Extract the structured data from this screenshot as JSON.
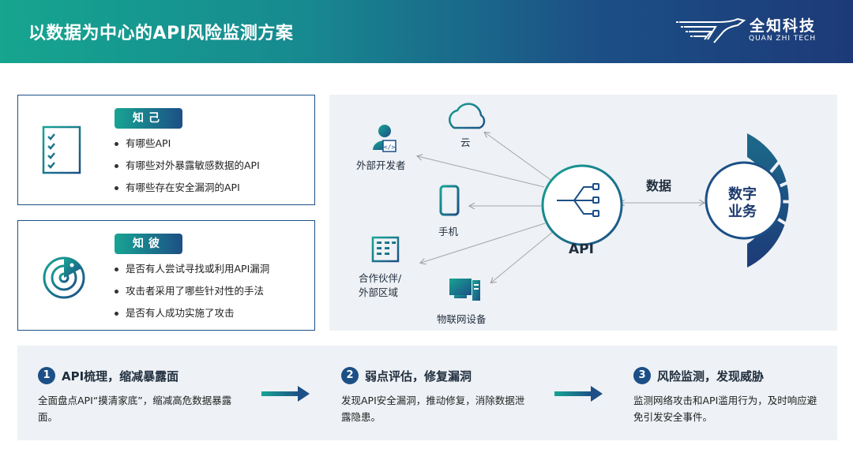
{
  "header": {
    "title": "以数据为中心的API风险监测方案",
    "logo_cn": "全知科技",
    "logo_en": "QUAN ZHI TECH"
  },
  "cards": [
    {
      "badge": "知己",
      "icon": "checklist-icon",
      "items": [
        "有哪些API",
        "有哪些对外暴露敏感数据的API",
        "有哪些存在安全漏洞的API"
      ]
    },
    {
      "badge": "知彼",
      "icon": "radar-icon",
      "items": [
        "是否有人尝试寻找或利用API漏洞",
        "攻击者采用了哪些针对性的手法",
        "是否有人成功实施了攻击"
      ]
    }
  ],
  "diagram": {
    "nodes": {
      "cloud": "云",
      "developer": "外部开发者",
      "phone": "手机",
      "partner_line1": "合作伙伴/",
      "partner_line2": "外部区域",
      "iot": "物联网设备"
    },
    "api_label": "API",
    "data_label": "数据",
    "business_line1": "数字",
    "business_line2": "业务"
  },
  "steps": [
    {
      "num": "1",
      "title": "API梳理，缩减暴露面",
      "desc": "全面盘点API“摸清家底”，缩减高危数据暴露面。"
    },
    {
      "num": "2",
      "title": "弱点评估，修复漏洞",
      "desc": "发现API安全漏洞，推动修复，消除数据泄露隐患。"
    },
    {
      "num": "3",
      "title": "风险监测，发现威胁",
      "desc": "监测网络攻击和API滥用行为，及时响应避免引发安全事件。"
    }
  ],
  "colors": {
    "teal": "#17a493",
    "navy": "#1c4f86",
    "panel": "#eef1f5"
  }
}
